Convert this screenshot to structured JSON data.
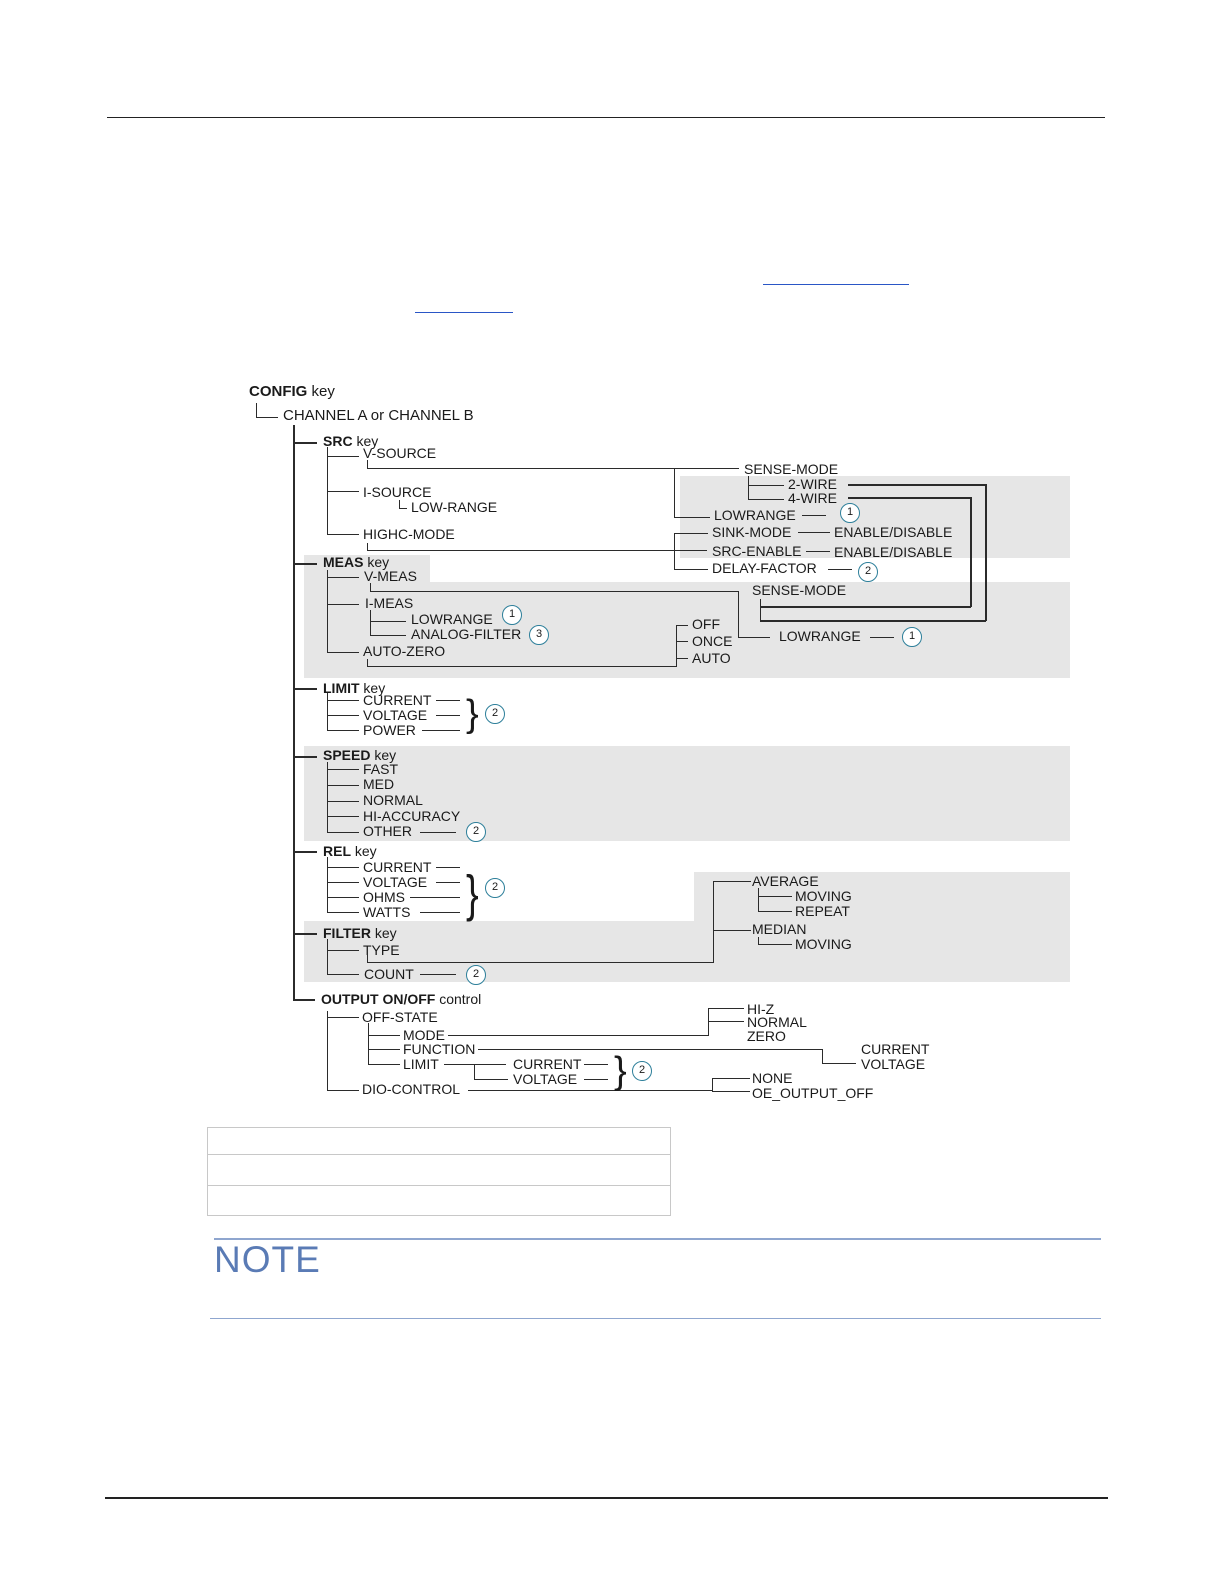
{
  "diagram": {
    "title": {
      "bold": "CONFIG",
      "rest": " key"
    },
    "channel": "CHANNEL A or CHANNEL B",
    "src": {
      "heading": {
        "bold": "SRC",
        "rest": " key"
      },
      "v_source": "V-SOURCE",
      "i_source": "I-SOURCE",
      "low_range": "LOW-RANGE",
      "highc_mode": "HIGHC-MODE",
      "sense_mode": "SENSE-MODE",
      "two_wire": "2-WIRE",
      "four_wire": "4-WIRE",
      "lowrange": "LOWRANGE",
      "sink_mode": "SINK-MODE",
      "sink_enable": "ENABLE/DISABLE",
      "src_enable": "SRC-ENABLE",
      "src_enable_value": "ENABLE/DISABLE",
      "delay_factor": "DELAY-FACTOR"
    },
    "meas": {
      "heading": {
        "bold": "MEAS",
        "rest": " key"
      },
      "v_meas": "V-MEAS",
      "i_meas": "I-MEAS",
      "lowrange": "LOWRANGE",
      "analog_filter": "ANALOG-FILTER",
      "auto_zero": "AUTO-ZERO",
      "sense_mode": "SENSE-MODE",
      "lowrange_right": "LOWRANGE",
      "off": "OFF",
      "once": "ONCE",
      "auto": "AUTO"
    },
    "limit": {
      "heading": {
        "bold": "LIMIT",
        "rest": " key"
      },
      "items": [
        "CURRENT",
        "VOLTAGE",
        "POWER"
      ]
    },
    "speed": {
      "heading": {
        "bold": "SPEED",
        "rest": " key"
      },
      "items": [
        "FAST",
        "MED",
        "NORMAL",
        "HI-ACCURACY",
        "OTHER"
      ]
    },
    "rel": {
      "heading": {
        "bold": "REL",
        "rest": " key"
      },
      "items": [
        "CURRENT",
        "VOLTAGE",
        "OHMS",
        "WATTS"
      ]
    },
    "filter": {
      "heading": {
        "bold": "FILTER",
        "rest": " key"
      },
      "type": "TYPE",
      "count": "COUNT",
      "average": "AVERAGE",
      "avg_moving": "MOVING",
      "avg_repeat": "REPEAT",
      "median": "MEDIAN",
      "med_moving": "MOVING"
    },
    "output": {
      "heading": {
        "bold": "OUTPUT ON/OFF",
        "rest": " control"
      },
      "off_state": "OFF-STATE",
      "mode": "MODE",
      "function": "FUNCTION",
      "limit": "LIMIT",
      "limit_current": "CURRENT",
      "limit_voltage": "VOLTAGE",
      "hiz": "HI-Z",
      "normal": "NORMAL",
      "zero": "ZERO",
      "func_current": "CURRENT",
      "func_voltage": "VOLTAGE",
      "dio_control": "DIO-CONTROL",
      "none": "NONE",
      "oe_output_off": "OE_OUTPUT_OFF"
    },
    "callouts": {
      "one": "1",
      "two": "2",
      "three": "3"
    }
  },
  "note": {
    "title": "NOTE"
  },
  "colors": {
    "shade": "#e6e6e6",
    "callout_ring": "#2d7f9a",
    "note_title": "#5a7bb5",
    "link": "#2a56c6"
  }
}
